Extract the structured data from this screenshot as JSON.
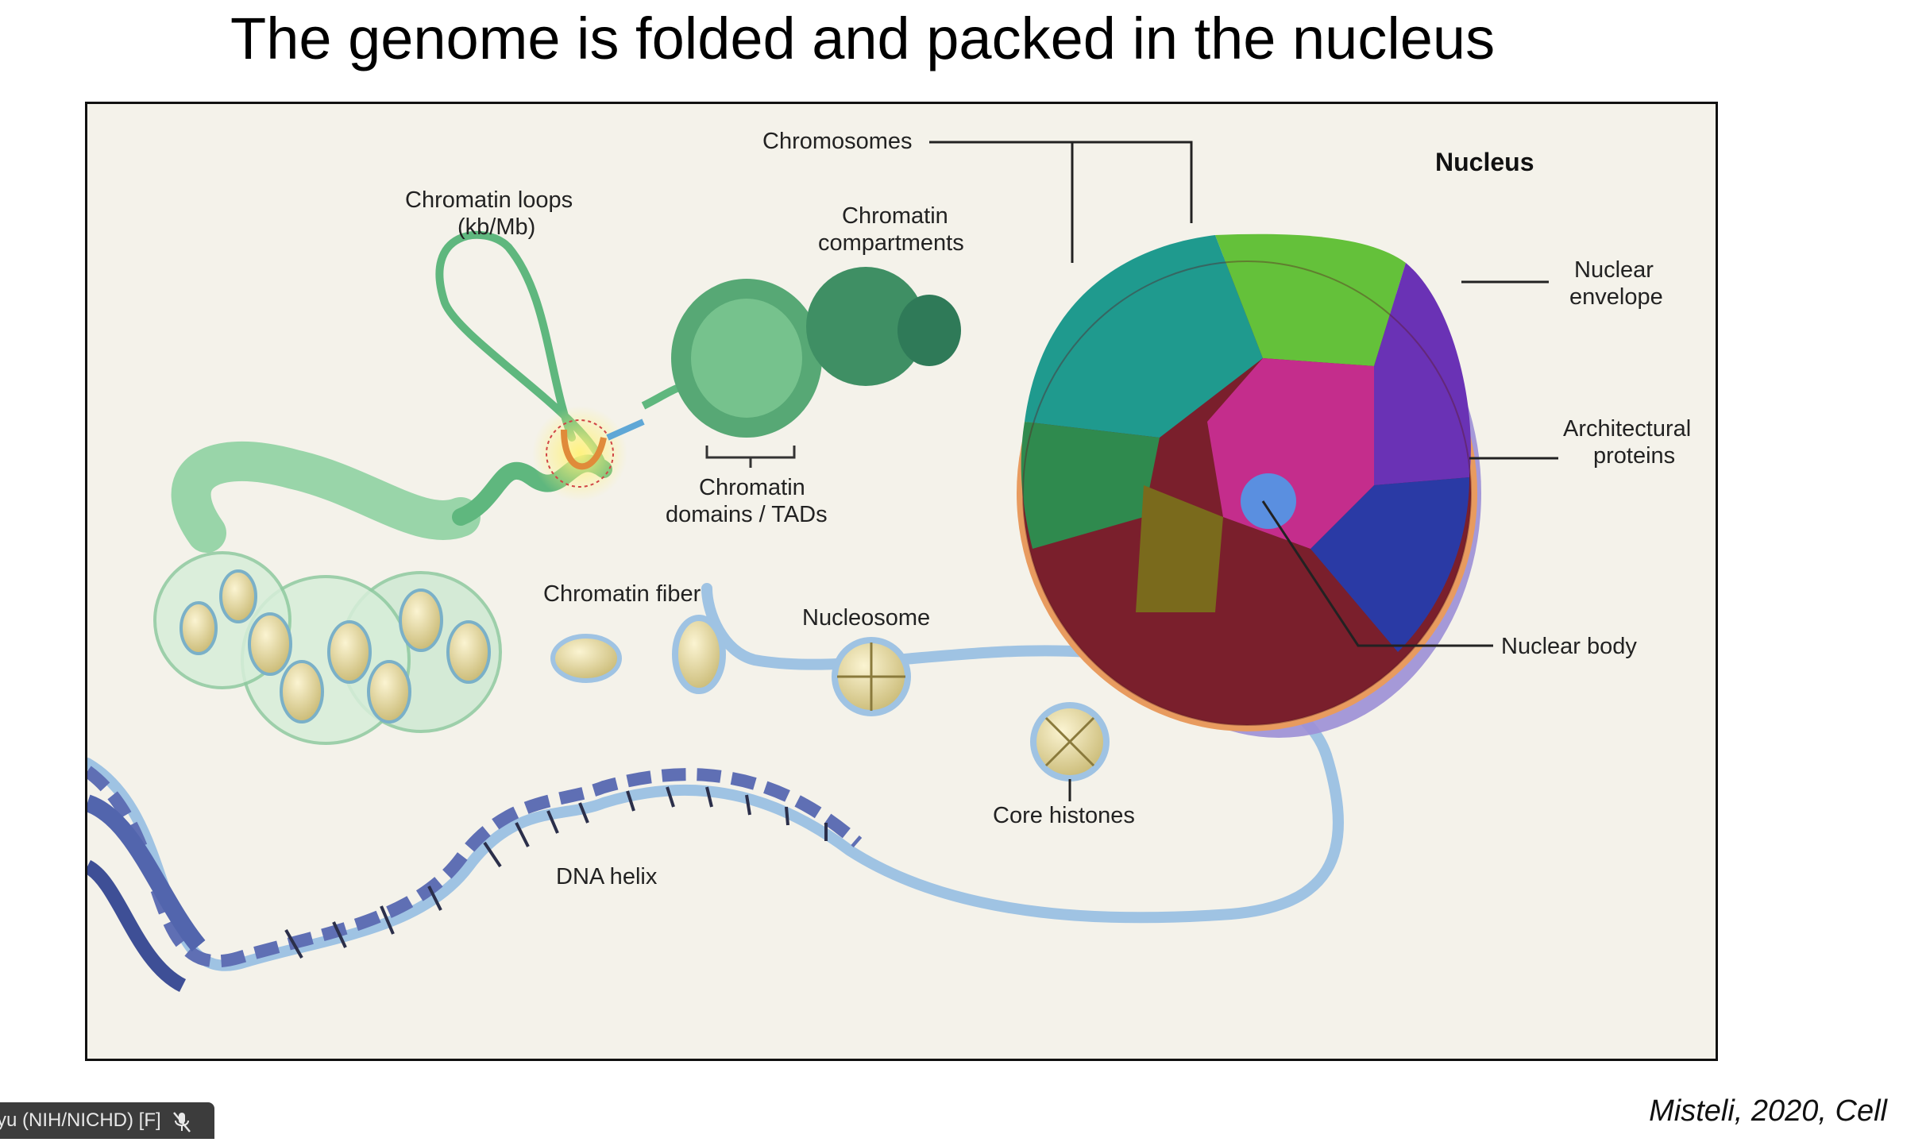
{
  "slide": {
    "title": "The genome is folded and packed in the nucleus",
    "citation": "Misteli, 2020, Cell"
  },
  "figure": {
    "labels": {
      "nucleus": "Nucleus",
      "chromosomes": "Chromosomes",
      "nuclear_envelope_1": "Nuclear",
      "nuclear_envelope_2": "envelope",
      "architectural_proteins_1": "Architectural",
      "architectural_proteins_2": "proteins",
      "nuclear_body": "Nuclear body",
      "chromatin_loops_1": "Chromatin loops",
      "chromatin_loops_2": "(kb/Mb)",
      "chromatin_compartments_1": "Chromatin",
      "chromatin_compartments_2": "compartments",
      "chromatin_domains_1": "Chromatin",
      "chromatin_domains_2": "domains / TADs",
      "chromatin_fiber": "Chromatin fiber",
      "nucleosome": "Nucleosome",
      "core_histones": "Core histones",
      "dna_helix": "DNA helix"
    }
  },
  "meeting": {
    "participant_label": "yu (NIH/NICHD) [F]"
  },
  "colors": {
    "background": "#f4f2ea",
    "chromatin_green": "#3fae6f",
    "dna_blue": "#6f7fc4",
    "nucleosome_yellow": "#e7dcab",
    "envelope_purple": "#9c8fd6"
  }
}
